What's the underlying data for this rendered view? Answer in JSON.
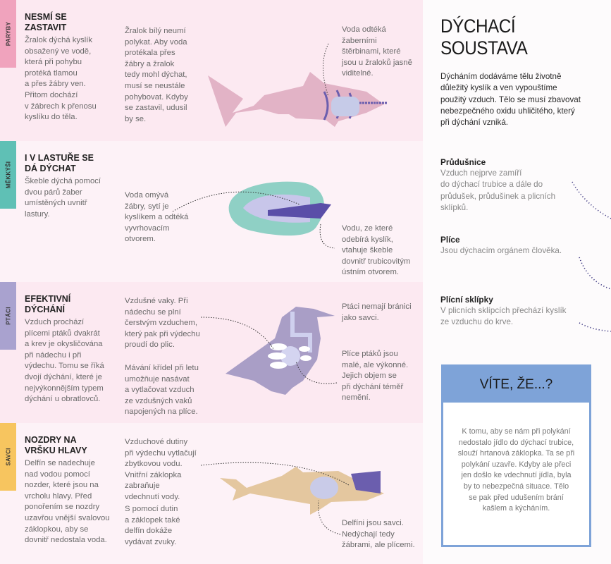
{
  "sections": [
    {
      "tag": "PARYBY",
      "heading": "NESMÍ SE\nZASTAVIT",
      "text": "Žralok dýchá kyslík\nobsažený ve vodě,\nkterá při pohybu\nprotéká tlamou\na přes žábry ven.\nPřitom dochází\nv žábrech k přenosu\nkyslíku do těla.",
      "middle": "Žralok bílý neumí\npolykat. Aby voda\nprotékala přes\nžábry a žralok\ntedy mohl dýchat,\nmusí se neustále\npohybovat. Kdyby\nse zastavil, udusil\nby se.",
      "note1": "Voda odtéká\nžaberními\nštěrbinami, které\njsou u žraloků jasně\nviditelné."
    },
    {
      "tag": "MĚKKÝŠI",
      "heading": "I V LASTUŘE SE\nDÁ DÝCHAT",
      "text": "Škeble dýchá pomocí\ndvou párů žaber\numístěných uvnitř\nlastury.",
      "middle": "Voda omývá\nžábry, sytí je\nkyslíkem a odtéká\nvyvrhovacím\notvorem.",
      "note1": "Vodu, ze které\nodebírá kyslík,\nvtahuje škeble\ndovnitř trubicovitým\nústním otvorem."
    },
    {
      "tag": "PTÁCI",
      "heading": "EFEKTIVNÍ\nDÝCHÁNÍ",
      "text": "Vzduch prochází\nplícemi ptáků dvakrát\na krev je okysličována\npři nádechu i při\nvýdechu. Tomu se říká\ndvojí dýchání, které je\nnejvýkonnějším typem\ndýchání u obratlovců.",
      "middle": "Vzdušné vaky. Při\nnádechu se plní\nčerstvým vzduchem,\nkterý pak při výdechu\nproudí do plic.",
      "middle2": "Mávání křídel při letu\numožňuje nasávat\na vytlačovat vzduch\nze vzdušných vaků\nnapojených na plíce.",
      "note1": "Ptáci nemají bránici\njako savci.",
      "note2": "Plíce ptáků jsou\nmalé, ale výkonné.\nJejich objem se\npři dýchání téměř\nnemění."
    },
    {
      "tag": "SAVCI",
      "heading": "NOZDRY NA\nVRŠKU HLAVY",
      "text": "Delfín se nadechuje\nnad vodou pomocí\nnozder, které jsou na\nvrcholu hlavy. Před\nponořením se nozdry\nuzavřou vnější svalovou\nzáklopkou, aby se\ndovnitř nedostala voda.",
      "middle": "Vzduchové dutiny\npři výdechu vytlačují\nzbytkovou vodu.\nVnitřní záklopka\nzabraňuje\nvdechnutí vody.",
      "middle2": "S pomocí dutin\na záklopek také\ndelfín dokáže\nvydávat zvuky.",
      "note1": "Delfíni jsou savci.\nNedýchají tedy\nžábrami, ale plícemi."
    }
  ],
  "right": {
    "title": "DÝCHACÍ SOUSTAVA",
    "intro": "Dýcháním dodáváme tělu životně\ndůležitý kyslík a ven vypouštíme\npoužitý vzduch. Tělo se musí zbavovat\nnebezpečného oxidu uhličitého, který\npři dýchání vzniká.",
    "items": [
      {
        "label": "Průdušnice",
        "text": "Vzduch nejprve zamíří\ndo dýchací trubice a dále do\nprůdušek, průdušinek a plicních\nsklípků."
      },
      {
        "label": "Plíce",
        "text": "Jsou dýchacím orgánem člověka."
      },
      {
        "label": "Plícní sklípky",
        "text": "V plicních sklípcích přechází kyslík\nze vzduchu do krve."
      }
    ],
    "box": {
      "title": "VÍTE, ŽE...?",
      "text": "K tomu, aby se nám při polykání\nnedostalo jídlo do dýchací trubice,\nslouží hrtanová záklopka. Ta se při\npolykání uzavře. Kdyby ale přeci\njen došlo ke vdechnutí jídla, byla\nby to nebezpečná situace. Tělo\nse pak před udušením brání\nkašlem a kýcháním."
    }
  },
  "colors": {
    "paryby": "#f0a3bd",
    "mekkysi": "#5fc0b5",
    "ptaci": "#a9a2cf",
    "savci": "#f7c55f",
    "box": "#7ea3d8"
  }
}
